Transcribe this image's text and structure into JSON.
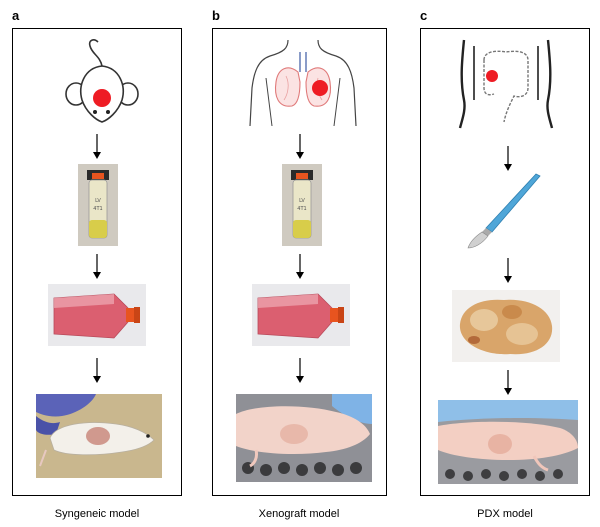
{
  "panels": [
    {
      "letter": "a",
      "caption": "Syngeneic model"
    },
    {
      "letter": "b",
      "caption": "Xenograft model"
    },
    {
      "letter": "c",
      "caption": "PDX model"
    }
  ],
  "colors": {
    "tumor_red": "#ee1c24",
    "media_red": "#d9485b",
    "flask_cap": "#e8541f",
    "glove_blue": "#5b63b8",
    "scalpel_blue": "#4fa6d8"
  }
}
